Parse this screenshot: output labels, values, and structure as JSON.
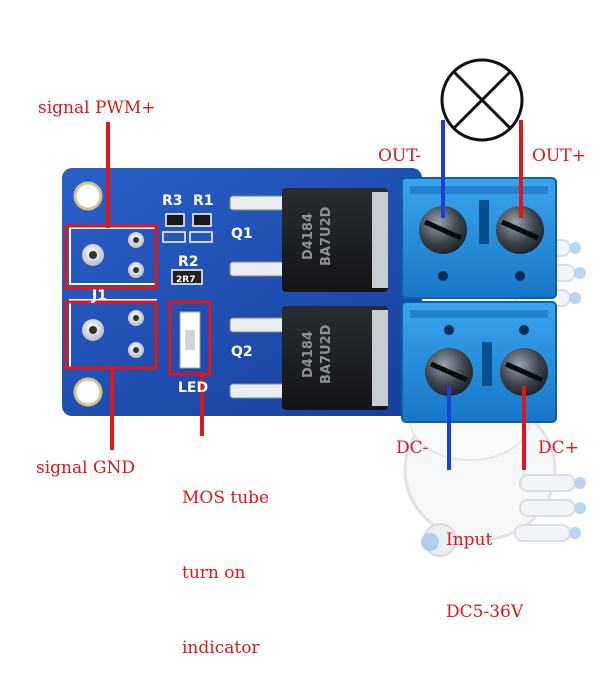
{
  "colors": {
    "label_red": "#e0161b",
    "wire_blue": "#1a3fd6",
    "wire_red": "#e0161b",
    "pcb_blue": "#1b4fb7",
    "terminal_blue": "#1b8fe0",
    "silkscreen": "#ffffff"
  },
  "labels": {
    "signal_pwm": "signal PWM+",
    "signal_gnd": "signal GND",
    "mos_indicator": [
      "MOS tube",
      "turn on",
      "indicator"
    ],
    "out_minus": "OUT-",
    "out_plus": "OUT+",
    "dc_minus": "DC-",
    "dc_plus": "DC+",
    "input": [
      "Input",
      "DC5-36V"
    ]
  },
  "silkscreen": {
    "r3": "R3",
    "r1": "R1",
    "r2": "R2",
    "q1": "Q1",
    "q2": "Q2",
    "j1": "J1",
    "led": "LED",
    "smd_code": "2R7"
  },
  "chips": {
    "q1": {
      "line1": "D4184",
      "line2": "BA7U2D"
    },
    "q2": {
      "line1": "D4184",
      "line2": "BA7U2D"
    }
  },
  "icons": {
    "lamp": "lamp-icon",
    "mascot": "robot-mascot-watermark"
  }
}
